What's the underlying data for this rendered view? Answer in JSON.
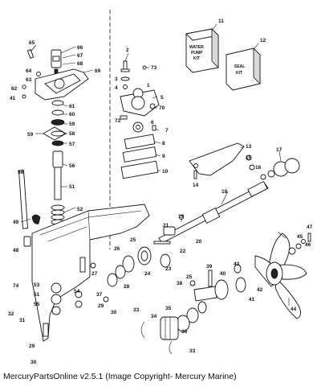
{
  "caption": "MercuryPartsOnline v2.5.1 (Image Copyright- Mercury Marine)",
  "kits": {
    "water_pump": {
      "number": "11",
      "lines": [
        "WATER",
        "PUMP",
        "KIT"
      ]
    },
    "seal": {
      "number": "12",
      "lines": [
        "SEAL",
        "KIT"
      ]
    }
  },
  "callouts": [
    "65",
    "66",
    "67",
    "68",
    "64",
    "63",
    "69",
    "62",
    "41",
    "61",
    "60",
    "59",
    "58",
    "57",
    "59",
    "56",
    "50",
    "51",
    "52",
    "49",
    "48",
    "2",
    "73",
    "3",
    "4",
    "1",
    "5",
    "70",
    "72",
    "6",
    "7",
    "8",
    "9",
    "10",
    "13",
    "15",
    "16",
    "14",
    "17",
    "18",
    "19",
    "21",
    "20",
    "25",
    "26",
    "22",
    "23",
    "24",
    "27",
    "28",
    "53",
    "51",
    "55",
    "54",
    "74",
    "32",
    "31",
    "37",
    "29",
    "30",
    "29",
    "30",
    "39",
    "38",
    "25",
    "40",
    "43",
    "35",
    "33",
    "34",
    "36",
    "33",
    "42",
    "41",
    "47",
    "45",
    "46",
    "44"
  ]
}
